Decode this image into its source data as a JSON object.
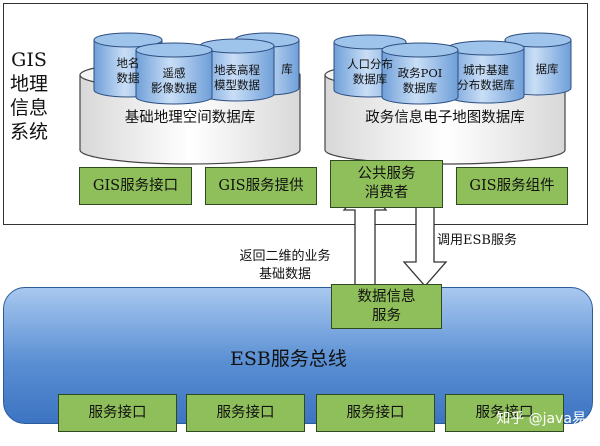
{
  "gis": {
    "title": "GIS\n地理\n信息\n系统",
    "db_left": {
      "label": "基础地理空间数据库",
      "cyl_back": "库",
      "cyl1": "地名\n数据",
      "cyl2": "遥感\n影像数据",
      "cyl3": "地表高程\n模型数据"
    },
    "db_right": {
      "label": "政务信息电子地图数据库",
      "cyl_back": "据库",
      "cyl1": "人口分布\n数据库",
      "cyl2": "政务POI\n数据库",
      "cyl3": "城市基建\n分布数据库"
    },
    "buttons": {
      "interface": "GIS服务接口",
      "provider": "GIS服务提供",
      "consumer": "公共服务\n消费者",
      "component": "GIS服务组件"
    }
  },
  "arrows": {
    "up_label": "返回二维的业务\n基础数据",
    "down_label": "调用ESB服务"
  },
  "esb": {
    "data_service": "数据信息\n服务",
    "bus_label": "ESB服务总线",
    "interfaces": [
      "服务接口",
      "服务接口",
      "服务接口",
      "服务接口"
    ]
  },
  "watermark": "知乎 @java易",
  "colors": {
    "green": "#8fbf5a",
    "bus_blue": "#5a8fd3",
    "cylinder_blue": "#8ab8e8"
  }
}
